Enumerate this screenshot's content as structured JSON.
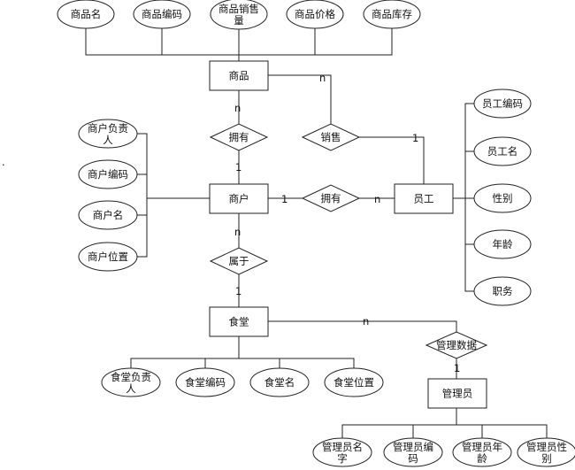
{
  "entities": [
    {
      "id": "goods",
      "label": "商品"
    },
    {
      "id": "merchant",
      "label": "商户"
    },
    {
      "id": "staff",
      "label": "员工"
    },
    {
      "id": "canteen",
      "label": "食堂"
    },
    {
      "id": "admin",
      "label": "管理员"
    }
  ],
  "relationships": [
    {
      "id": "own1",
      "label": "拥有"
    },
    {
      "id": "sell",
      "label": "销售"
    },
    {
      "id": "own2",
      "label": "拥有"
    },
    {
      "id": "belong",
      "label": "属于"
    },
    {
      "id": "manage",
      "label": "管理数据"
    }
  ],
  "attributes": [
    {
      "id": "goods_name",
      "lines": [
        "商品名"
      ]
    },
    {
      "id": "goods_code",
      "lines": [
        "商品编码"
      ]
    },
    {
      "id": "goods_sales",
      "lines": [
        "商品销售",
        "量"
      ]
    },
    {
      "id": "goods_price",
      "lines": [
        "商品价格"
      ]
    },
    {
      "id": "goods_stock",
      "lines": [
        "商品库存"
      ]
    },
    {
      "id": "m_owner",
      "lines": [
        "商户负责",
        "人"
      ]
    },
    {
      "id": "m_code",
      "lines": [
        "商户编码"
      ]
    },
    {
      "id": "m_name",
      "lines": [
        "商户名"
      ]
    },
    {
      "id": "m_loc",
      "lines": [
        "商户位置"
      ]
    },
    {
      "id": "s_code",
      "lines": [
        "员工编码"
      ]
    },
    {
      "id": "s_name",
      "lines": [
        "员工名"
      ]
    },
    {
      "id": "s_gender",
      "lines": [
        "性别"
      ]
    },
    {
      "id": "s_age",
      "lines": [
        "年龄"
      ]
    },
    {
      "id": "s_post",
      "lines": [
        "职务"
      ]
    },
    {
      "id": "c_owner",
      "lines": [
        "食堂负责",
        "人"
      ]
    },
    {
      "id": "c_code",
      "lines": [
        "食堂编码"
      ]
    },
    {
      "id": "c_name",
      "lines": [
        "食堂名"
      ]
    },
    {
      "id": "c_loc",
      "lines": [
        "食堂位置"
      ]
    },
    {
      "id": "a_name",
      "lines": [
        "管理员名",
        "字"
      ]
    },
    {
      "id": "a_code",
      "lines": [
        "管理员编",
        "码"
      ]
    },
    {
      "id": "a_age",
      "lines": [
        "管理员年",
        "龄"
      ]
    },
    {
      "id": "a_gender",
      "lines": [
        "管理员性",
        "别"
      ]
    }
  ],
  "cardinalities": [
    {
      "id": "c1",
      "text": "n"
    },
    {
      "id": "c2",
      "text": "1"
    },
    {
      "id": "c3",
      "text": "n"
    },
    {
      "id": "c4",
      "text": "1"
    },
    {
      "id": "c5",
      "text": "1"
    },
    {
      "id": "c6",
      "text": "n"
    },
    {
      "id": "c7",
      "text": "n"
    },
    {
      "id": "c8",
      "text": "1"
    },
    {
      "id": "c9",
      "text": "n"
    },
    {
      "id": "c10",
      "text": "1"
    }
  ],
  "margin_mark": "."
}
